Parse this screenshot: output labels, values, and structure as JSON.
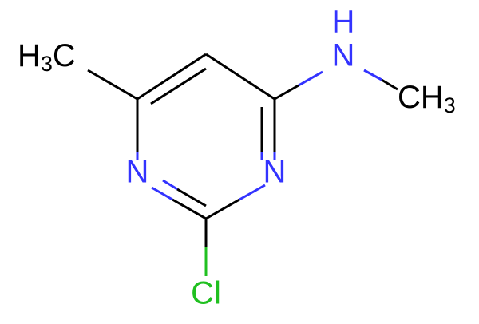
{
  "molecule": {
    "atoms": {
      "methyl_left": {
        "main": "H",
        "sub": "3",
        "tail": "C"
      },
      "ring_n_left": "N",
      "ring_n_right": "N",
      "amine_n": "N",
      "amine_h": "H",
      "methyl_right": {
        "main": "CH",
        "sub": "3"
      },
      "chlorine": "Cl"
    },
    "colors": {
      "carbon": "#000000",
      "nitrogen": "#3333ff",
      "chlorine": "#20c020"
    }
  }
}
